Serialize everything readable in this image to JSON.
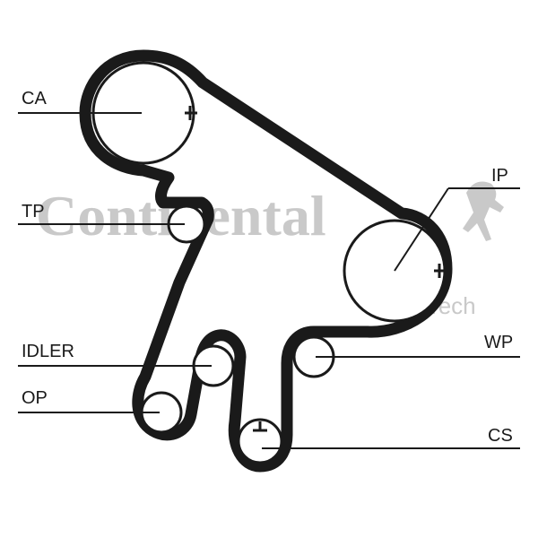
{
  "watermark": {
    "brand": "Continental",
    "sub_brand": "ContiTech"
  },
  "labels": {
    "ca": "CA",
    "tp": "TP",
    "idler": "IDLER",
    "op": "OP",
    "ip": "IP",
    "wp": "WP",
    "cs": "CS"
  },
  "colors": {
    "belt": "#1a1a1a",
    "watermark": "#c9c9c9",
    "background": "#ffffff"
  }
}
